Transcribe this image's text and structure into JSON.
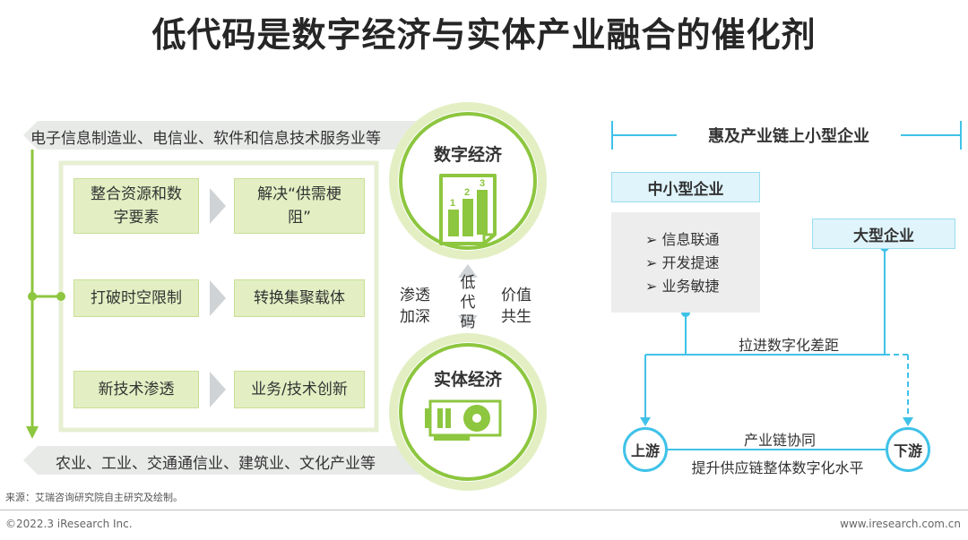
{
  "title": "低代码是数字经济与实体产业融合的催化剂",
  "left": {
    "top_banner": "电子信息制造业、电信业、软件和信息技术服务业等",
    "bottom_banner": "农业、工业、交通通信业、建筑业、文化产业等",
    "rows": [
      {
        "from_label": "整合资源和数字要素",
        "to_label": "解决“供需梗阻”"
      },
      {
        "from_label": "打破时空限制",
        "to_label": "转换集聚载体"
      },
      {
        "from_label": "新技术渗透",
        "to_label": "业务/技术创新"
      }
    ],
    "circle_top": "数字经济",
    "circle_bottom": "实体经济",
    "middle_left": "渗透\n加深",
    "middle_center": "低\n代\n码",
    "middle_right": "价值\n共生"
  },
  "right": {
    "header": "惠及产业链上小型企业",
    "sme_label": "中小型企业",
    "sme_items": [
      "信息联通",
      "开发提速",
      "业务敏捷"
    ],
    "large_label": "大型企业",
    "gap_label": "拉进数字化差距",
    "upstream": "上游",
    "downstream": "下游",
    "chain_label": "产业链协同",
    "chain_sub": "提升供应链整体数字化水平"
  },
  "source": "来源：艾瑞咨询研究院自主研究及绘制。",
  "copyright": "©2022.3 iResearch Inc.",
  "website": "www.iresearch.com.cn",
  "colors": {
    "green": "#8dc63f",
    "green_light": "#e3efc3",
    "blue": "#3fc2e8",
    "blue_light": "#dff4fb"
  }
}
